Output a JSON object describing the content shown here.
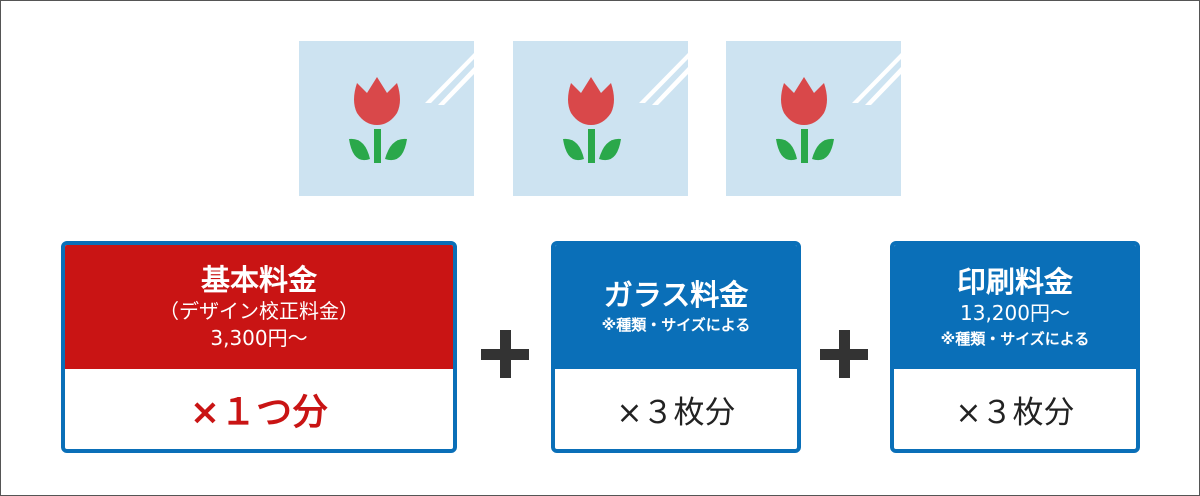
{
  "colors": {
    "basic": "#c91414",
    "blue": "#0a6fb8",
    "glass": "#cde3f1",
    "petal": "#d9484a",
    "leaf": "#2aa84a"
  },
  "glass_panels": [
    {
      "icon": "tulip-icon"
    },
    {
      "icon": "tulip-icon"
    },
    {
      "icon": "tulip-icon"
    }
  ],
  "boxes": [
    {
      "title": "基本料金",
      "sub": "（デザイン校正料金）",
      "price": "3,300円〜",
      "multiplier": "×１つ分"
    },
    {
      "title": "ガラス料金",
      "note": "※種類・サイズによる",
      "multiplier": "×３枚分"
    },
    {
      "title": "印刷料金",
      "price": "13,200円〜",
      "note": "※種類・サイズによる",
      "multiplier": "×３枚分"
    }
  ],
  "operators": [
    "plus-icon",
    "plus-icon"
  ]
}
